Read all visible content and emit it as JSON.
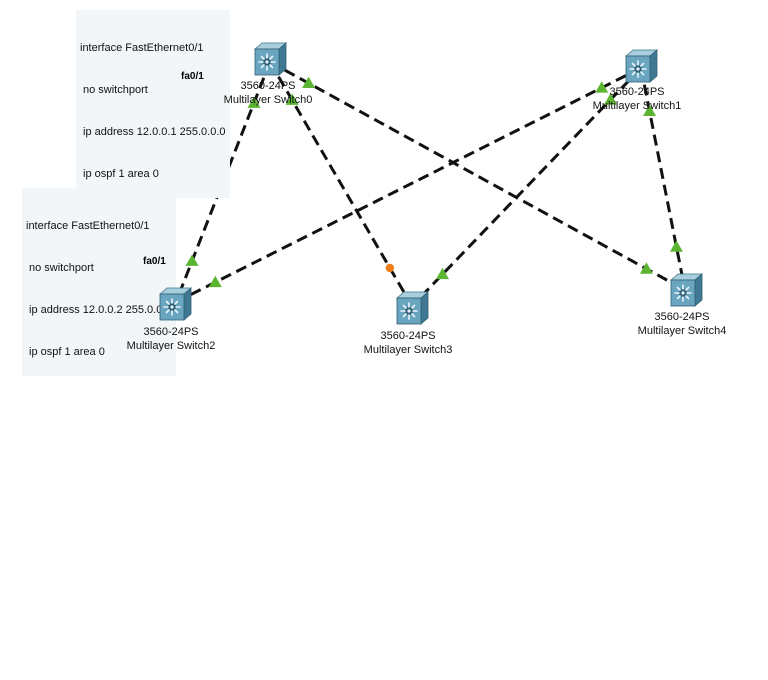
{
  "notes": [
    {
      "id": "note-switch0",
      "lines": [
        "interface FastEthernet0/1",
        "no switchport",
        "ip address 12.0.0.1 255.0.0.0",
        "ip ospf 1 area 0"
      ]
    },
    {
      "id": "note-switch2",
      "lines": [
        "interface FastEthernet0/1",
        "no switchport",
        "ip address 12.0.0.2 255.0.0.0",
        "ip ospf 1 area 0"
      ]
    }
  ],
  "port_labels": {
    "switch0_port": "fa0/1",
    "switch2_port": "fa0/1"
  },
  "devices": [
    {
      "id": "switch0",
      "model": "3560-24PS",
      "name": "Multilayer Switch0"
    },
    {
      "id": "switch1",
      "model": "3560-24PS",
      "name": "Multilayer Switch1"
    },
    {
      "id": "switch2",
      "model": "3560-24PS",
      "name": "Multilayer Switch2"
    },
    {
      "id": "switch3",
      "model": "3560-24PS",
      "name": "Multilayer Switch3"
    },
    {
      "id": "switch4",
      "model": "3560-24PS",
      "name": "Multilayer Switch4"
    }
  ],
  "links": [
    {
      "from": "switch0",
      "to": "switch2",
      "status": "up"
    },
    {
      "from": "switch0",
      "to": "switch3",
      "status": "blocking"
    },
    {
      "from": "switch0",
      "to": "switch4",
      "status": "up"
    },
    {
      "from": "switch1",
      "to": "switch2",
      "status": "up"
    },
    {
      "from": "switch1",
      "to": "switch3",
      "status": "up"
    },
    {
      "from": "switch1",
      "to": "switch4",
      "status": "up"
    }
  ],
  "colors": {
    "link_up": "#5cb531",
    "link_blocking": "#ef7d1a",
    "cable": "#111111",
    "switch_top": "#7fb3c9",
    "switch_front": "#4e8aa3"
  }
}
